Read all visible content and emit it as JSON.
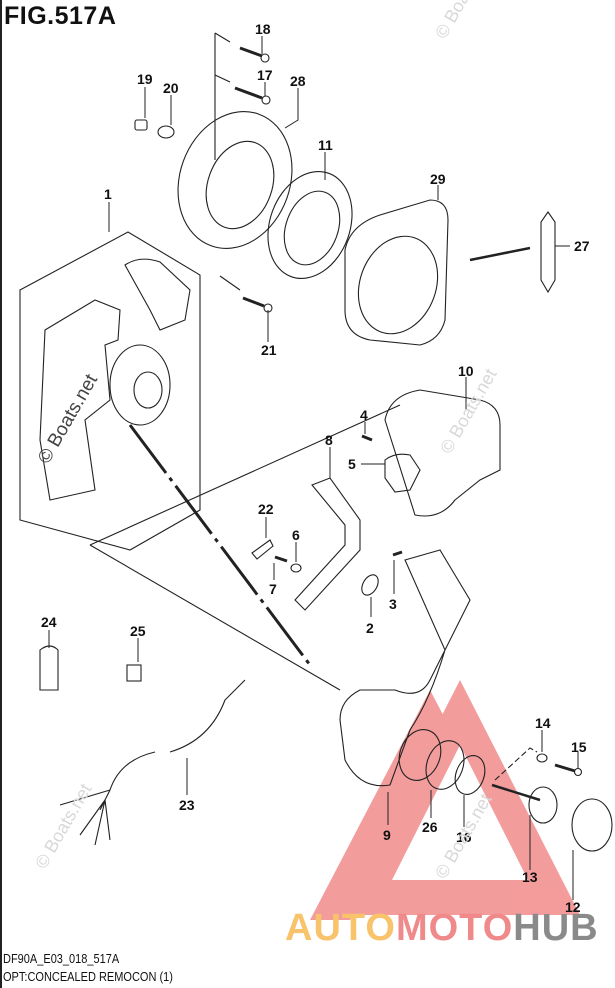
{
  "figure": {
    "title": "FIG.517A",
    "code": "DF90A_E03_018_517A",
    "description": "OPT:CONCEALED REMOCON (1)"
  },
  "callouts": [
    {
      "id": "1",
      "label": "1"
    },
    {
      "id": "2",
      "label": "2"
    },
    {
      "id": "3",
      "label": "3"
    },
    {
      "id": "4",
      "label": "4"
    },
    {
      "id": "5",
      "label": "5"
    },
    {
      "id": "6",
      "label": "6"
    },
    {
      "id": "7",
      "label": "7"
    },
    {
      "id": "8",
      "label": "8"
    },
    {
      "id": "9",
      "label": "9"
    },
    {
      "id": "10",
      "label": "10"
    },
    {
      "id": "11",
      "label": "11"
    },
    {
      "id": "12",
      "label": "12"
    },
    {
      "id": "13",
      "label": "13"
    },
    {
      "id": "14",
      "label": "14"
    },
    {
      "id": "15",
      "label": "15"
    },
    {
      "id": "16",
      "label": "16"
    },
    {
      "id": "17",
      "label": "17"
    },
    {
      "id": "18",
      "label": "18"
    },
    {
      "id": "19",
      "label": "19"
    },
    {
      "id": "20",
      "label": "20"
    },
    {
      "id": "21",
      "label": "21"
    },
    {
      "id": "22",
      "label": "22"
    },
    {
      "id": "23",
      "label": "23"
    },
    {
      "id": "24",
      "label": "24"
    },
    {
      "id": "25",
      "label": "25"
    },
    {
      "id": "26",
      "label": "26"
    },
    {
      "id": "27",
      "label": "27"
    },
    {
      "id": "28",
      "label": "28"
    },
    {
      "id": "29",
      "label": "29"
    }
  ],
  "watermarks": {
    "boats": "© Boats.net",
    "brand_part1": "AUTO",
    "brand_part2": "MOTO",
    "brand_part3": "HUB"
  },
  "colors": {
    "line": "#222222",
    "brand_orange": "#f8c36a",
    "brand_red": "#f08a8a",
    "brand_gray": "#8a8a8a",
    "triangle": "#f28b8b"
  }
}
